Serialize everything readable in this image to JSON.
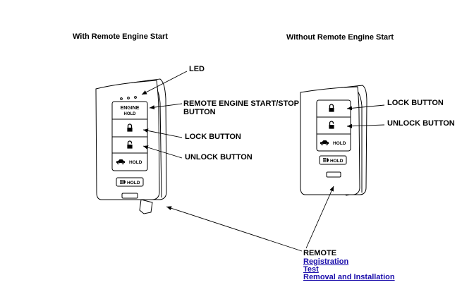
{
  "headings": {
    "with_res": "With Remote Engine Start",
    "without_res": "Without Remote Engine Start"
  },
  "callouts": {
    "led": "LED",
    "res_button_line1": "REMOTE ENGINE START/STOP",
    "res_button_line2": "BUTTON",
    "lock_left": "LOCK BUTTON",
    "unlock_left": "UNLOCK BUTTON",
    "lock_right": "LOCK BUTTON",
    "unlock_right": "UNLOCK BUTTON",
    "remote": "REMOTE"
  },
  "links": {
    "registration": "Registration",
    "test": "Test",
    "removal": "Removal and Installation"
  },
  "fob_left": {
    "engine_label": "ENGINE",
    "engine_hold": "HOLD",
    "trunk_hold": "HOLD",
    "lights_hold": "HOLD"
  },
  "fob_right": {
    "trunk_hold": "HOLD",
    "lights_hold": "HOLD"
  },
  "icons": {
    "lock": "lock-icon",
    "unlock": "unlock-icon",
    "trunk": "car-trunk-icon",
    "lights": "headlight-icon"
  },
  "colors": {
    "link": "#1a0dab",
    "line": "#000000"
  }
}
